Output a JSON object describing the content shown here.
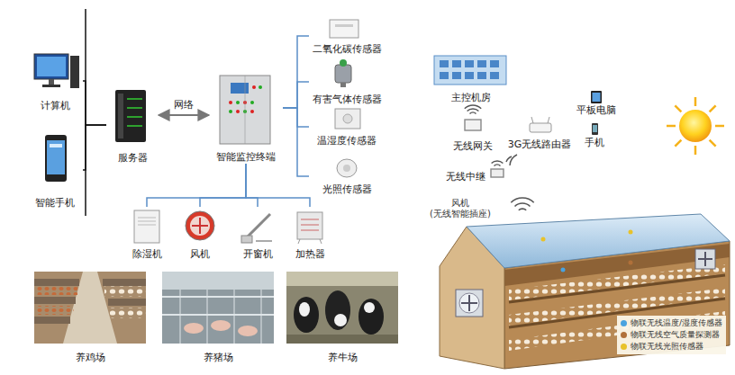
{
  "diagram": {
    "nodes": [
      {
        "text": [
          "计算机"
        ]
      },
      {
        "text": [
          "智能手机"
        ]
      },
      {
        "text": [
          "服务器"
        ]
      },
      {
        "text": [
          "智能监控终端"
        ]
      },
      {
        "text": [
          "二氧化碳传感器"
        ]
      },
      {
        "text": [
          "有害气体传感器"
        ]
      },
      {
        "text": [
          "温湿度传感器"
        ]
      },
      {
        "text": [
          "光照传感器"
        ]
      },
      {
        "text": [
          "除湿机"
        ]
      },
      {
        "text": [
          "风机"
        ]
      },
      {
        "text": [
          "开窗机"
        ]
      },
      {
        "text": [
          "加热器"
        ]
      },
      {
        "text": [
          "养鸡场"
        ]
      },
      {
        "text": [
          "养猪场"
        ]
      },
      {
        "text": [
          "养牛场"
        ]
      },
      {
        "text": [
          "主控机房"
        ]
      },
      {
        "text": [
          "无线网关"
        ]
      },
      {
        "text": [
          "3G无线路由器"
        ]
      },
      {
        "text": [
          "平板电脑"
        ]
      },
      {
        "text": [
          "手机"
        ]
      },
      {
        "text": [
          "无线中继"
        ]
      }
    ],
    "edges": [
      {
        "from": 0,
        "to": 2,
        "arrow": "none"
      },
      {
        "from": 1,
        "to": 2,
        "arrow": "none"
      },
      {
        "from": 2,
        "to": 3,
        "label": "网络",
        "arrow": "both"
      },
      {
        "from": 3,
        "to": 4,
        "arrow": "none"
      },
      {
        "from": 3,
        "to": 5,
        "arrow": "none"
      },
      {
        "from": 3,
        "to": 6,
        "arrow": "none"
      },
      {
        "from": 3,
        "to": 7,
        "arrow": "none"
      },
      {
        "from": 3,
        "to": 8,
        "arrow": "none"
      },
      {
        "from": 3,
        "to": 9,
        "arrow": "none"
      },
      {
        "from": 3,
        "to": 10,
        "arrow": "none"
      },
      {
        "from": 3,
        "to": 11,
        "arrow": "none"
      }
    ],
    "labels": [
      "风机 (无线智能插座)"
    ],
    "legend": [
      {
        "text": "物联无线温度/湿度传感器",
        "color": "#4aa3df"
      },
      {
        "text": "物联无线空气质量探测器",
        "color": "#b0703a"
      },
      {
        "text": "物联无线光照传感器",
        "color": "#e8c22a"
      }
    ]
  }
}
